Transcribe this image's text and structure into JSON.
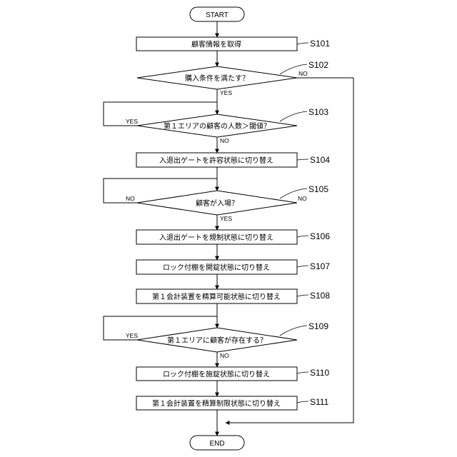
{
  "flow": {
    "start": "START",
    "end": "END",
    "s101": {
      "text": "顧客情報を取得",
      "label": "S101"
    },
    "s102": {
      "text": "購入条件を満たす？",
      "label": "S102",
      "yes": "YES",
      "no": "NO"
    },
    "s103": {
      "text": "第１エリアの顧客の人数＞閾値？",
      "label": "S103",
      "yes": "YES",
      "no": "NO"
    },
    "s104": {
      "text": "入退出ゲートを許容状態に切り替え",
      "label": "S104"
    },
    "s105": {
      "text": "顧客が入場？",
      "label": "S105",
      "yes": "YES",
      "no_left": "NO",
      "no_right": "NO"
    },
    "s106": {
      "text": "入退出ゲートを規制状態に切り替え",
      "label": "S106"
    },
    "s107": {
      "text": "ロック付棚を開錠状態に切り替え",
      "label": "S107"
    },
    "s108": {
      "text": "第１会計装置を精算可能状態に切り替え",
      "label": "S108"
    },
    "s109": {
      "text": "第１エリアに顧客が存在する？",
      "label": "S109",
      "yes": "YES",
      "no": "NO"
    },
    "s110": {
      "text": "ロック付棚を施錠状態に切り替え",
      "label": "S110"
    },
    "s111": {
      "text": "第１会計装置を精算制限状態に切り替え",
      "label": "S111"
    }
  }
}
